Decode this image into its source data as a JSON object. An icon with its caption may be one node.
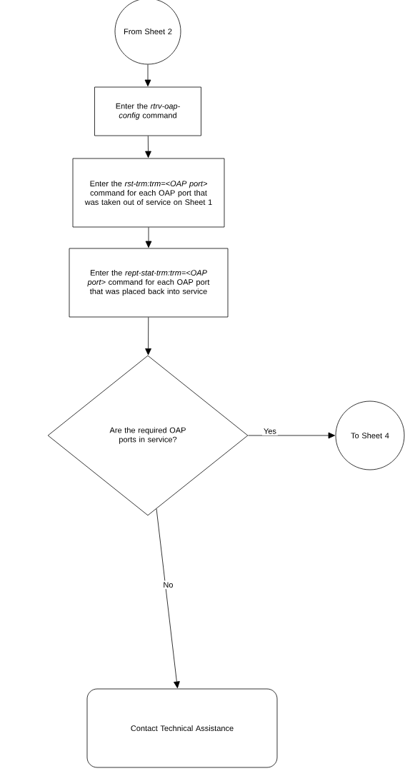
{
  "diagram": {
    "nodes": [
      {
        "text": [
          "From Sheet 2"
        ]
      },
      {
        "text": [
          "Enter the *rtrv-oap-config* command"
        ]
      },
      {
        "text": [
          "Enter the *rst-trm:trm=<OAP port>* command for each OAP port that was taken out of service on Sheet 1"
        ]
      },
      {
        "text": [
          "Enter the *rept-stat-trm:trm=<OAP port>* command for each OAP port that was placed back into service"
        ]
      },
      {
        "text": [
          "Are the required OAP ports in service?"
        ]
      },
      {
        "text": [
          "To Sheet 4"
        ]
      },
      {
        "text": [
          "Contact Technical Assistance"
        ]
      }
    ],
    "edges": [
      {
        "from": 0,
        "to": 1,
        "arrow": "to"
      },
      {
        "from": 1,
        "to": 2,
        "arrow": "to"
      },
      {
        "from": 2,
        "to": 3,
        "arrow": "to"
      },
      {
        "from": 3,
        "to": 4,
        "arrow": "to"
      },
      {
        "from": 4,
        "to": 5,
        "arrow": "to",
        "label": "Yes"
      },
      {
        "from": 4,
        "to": 6,
        "arrow": "to",
        "label": "No"
      }
    ]
  }
}
